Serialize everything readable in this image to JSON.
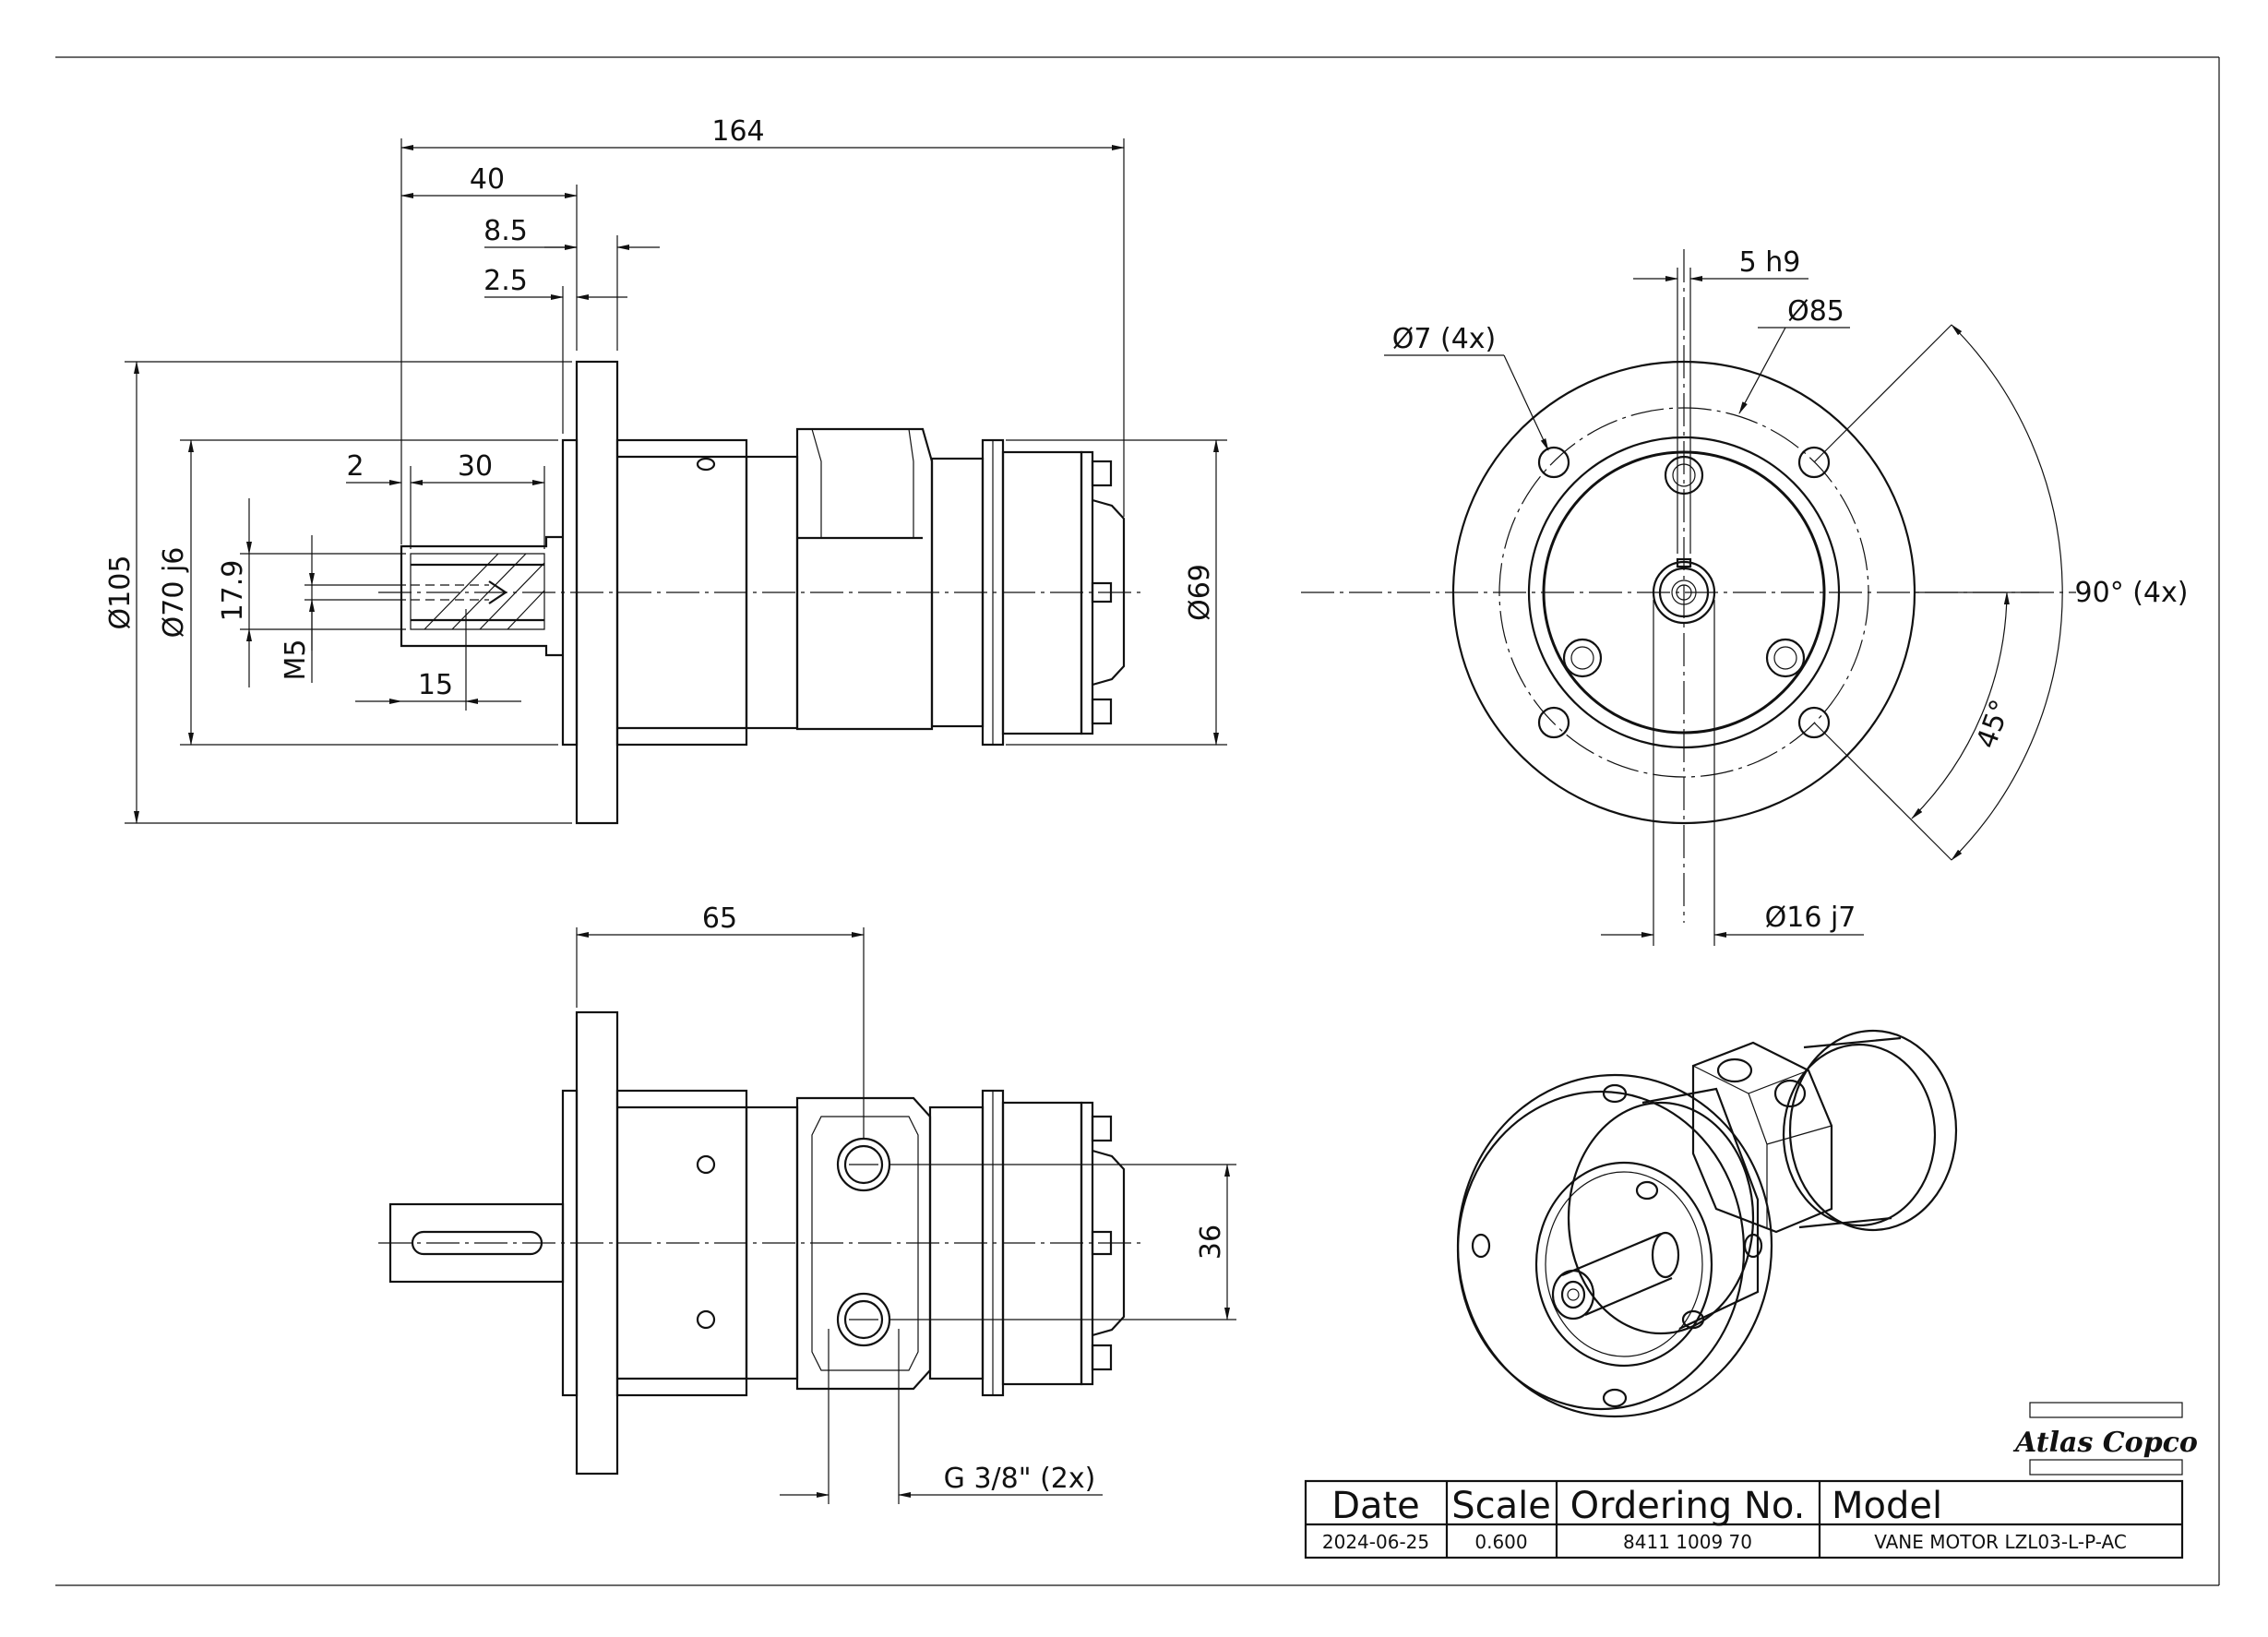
{
  "drawing": {
    "front_view_dims": {
      "overall_length": "164",
      "flange_to_shoulder": "40",
      "flange_thickness": "8.5",
      "pilot_depth": "2.5",
      "flange_diameter": "Ø105",
      "pilot_diameter": "Ø70 j6",
      "key_offset": "2",
      "key_length": "30",
      "shaft_height": "17.9",
      "thread": "M5",
      "thread_depth": "15",
      "body_diameter": "Ø69"
    },
    "end_view_dims": {
      "key_width": "5 h9",
      "bolt_hole": "Ø7 (4x)",
      "bolt_circle": "Ø85",
      "hole_angle": "90° (4x)",
      "hole_offset_angle": "45°",
      "shaft_diameter": "Ø16 j7"
    },
    "side_view_dims": {
      "port_position": "65",
      "port_spacing": "36",
      "port_thread": "G 3/8\" (2x)"
    }
  },
  "title_block": {
    "brand": "Atlas Copco",
    "headers": {
      "date": "Date",
      "scale": "Scale",
      "ordering": "Ordering No.",
      "model": "Model"
    },
    "values": {
      "date": "2024-06-25",
      "scale": "0.600",
      "ordering": "8411 1009 70",
      "model": "VANE MOTOR LZL03-L-P-AC"
    }
  }
}
